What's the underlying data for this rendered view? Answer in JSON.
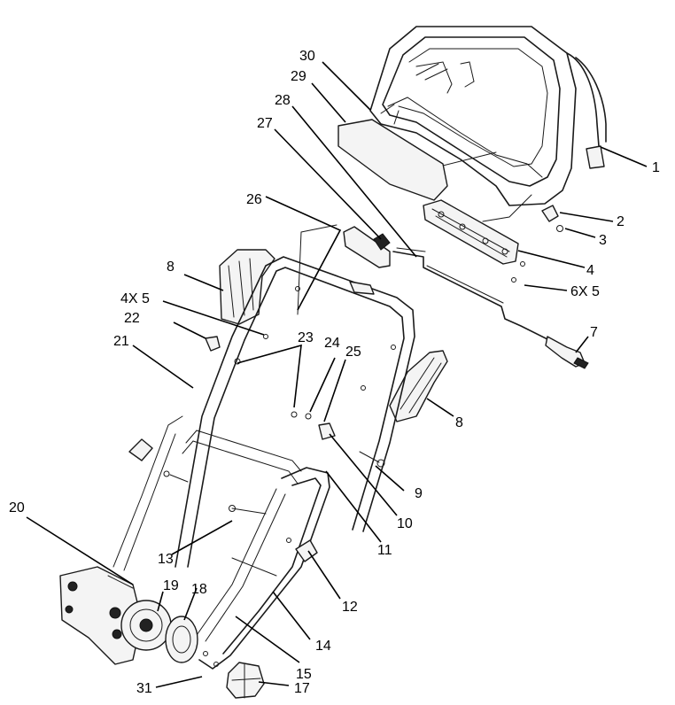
{
  "colors": {
    "line": "#1a1a1a",
    "background": "#ffffff"
  },
  "callouts": [
    {
      "label": "1"
    },
    {
      "label": "2"
    },
    {
      "label": "3"
    },
    {
      "label": "4"
    },
    {
      "label": "6X 5"
    },
    {
      "label": "7"
    },
    {
      "label": "8"
    },
    {
      "label": "8"
    },
    {
      "label": "4X 5"
    },
    {
      "label": "22"
    },
    {
      "label": "21"
    },
    {
      "label": "23"
    },
    {
      "label": "24"
    },
    {
      "label": "25"
    },
    {
      "label": "26"
    },
    {
      "label": "27"
    },
    {
      "label": "28"
    },
    {
      "label": "29"
    },
    {
      "label": "30"
    },
    {
      "label": "9"
    },
    {
      "label": "10"
    },
    {
      "label": "11"
    },
    {
      "label": "12"
    },
    {
      "label": "13"
    },
    {
      "label": "14"
    },
    {
      "label": "15"
    },
    {
      "label": "17"
    },
    {
      "label": "18"
    },
    {
      "label": "19"
    },
    {
      "label": "20"
    },
    {
      "label": "31"
    }
  ]
}
